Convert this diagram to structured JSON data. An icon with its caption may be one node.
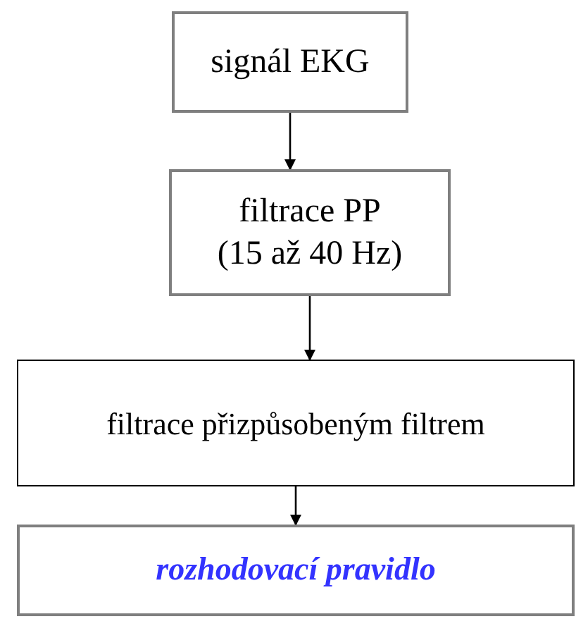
{
  "diagram": {
    "nodes": [
      {
        "text": [
          "signál EKG"
        ]
      },
      {
        "text": [
          "filtrace PP",
          "(15 až 40 Hz)"
        ]
      },
      {
        "text": [
          "filtrace přizpůsobeným filtrem"
        ]
      },
      {
        "text": [
          "rozhodovací pravidlo"
        ]
      }
    ],
    "edges": [
      {
        "from": 0,
        "to": 1,
        "arrow": "to"
      },
      {
        "from": 1,
        "to": 2,
        "arrow": "to"
      },
      {
        "from": 2,
        "to": 3,
        "arrow": "to"
      }
    ]
  }
}
